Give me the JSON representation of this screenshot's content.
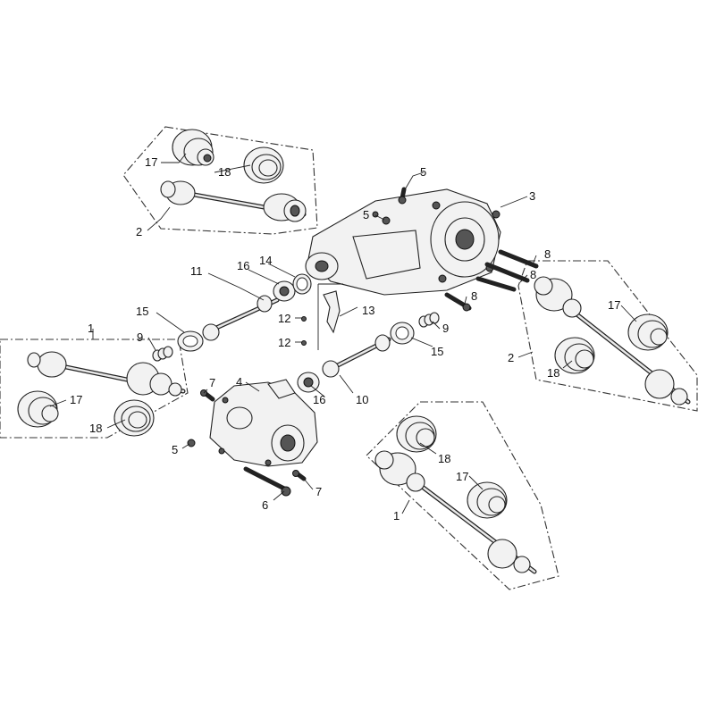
{
  "diagram": {
    "callouts": {
      "c1a": "1",
      "c1b": "1",
      "c2a": "2",
      "c2b": "2",
      "c3": "3",
      "c4": "4",
      "c5a": "5",
      "c5b": "5",
      "c5c": "5",
      "c6": "6",
      "c7a": "7",
      "c7b": "7",
      "c8a": "8",
      "c8b": "8",
      "c8c": "8",
      "c9a": "9",
      "c9b": "9",
      "c10": "10",
      "c11": "11",
      "c12a": "12",
      "c12b": "12",
      "c13": "13",
      "c14": "14",
      "c15a": "15",
      "c15b": "15",
      "c16a": "16",
      "c16b": "16",
      "c17a": "17",
      "c17b": "17",
      "c17c": "17",
      "c17d": "17",
      "c18a": "18",
      "c18b": "18",
      "c18c": "18",
      "c18d": "18"
    },
    "colors": {
      "line": "#222222",
      "fill": "#f2f2f2",
      "background": "#ffffff"
    }
  }
}
